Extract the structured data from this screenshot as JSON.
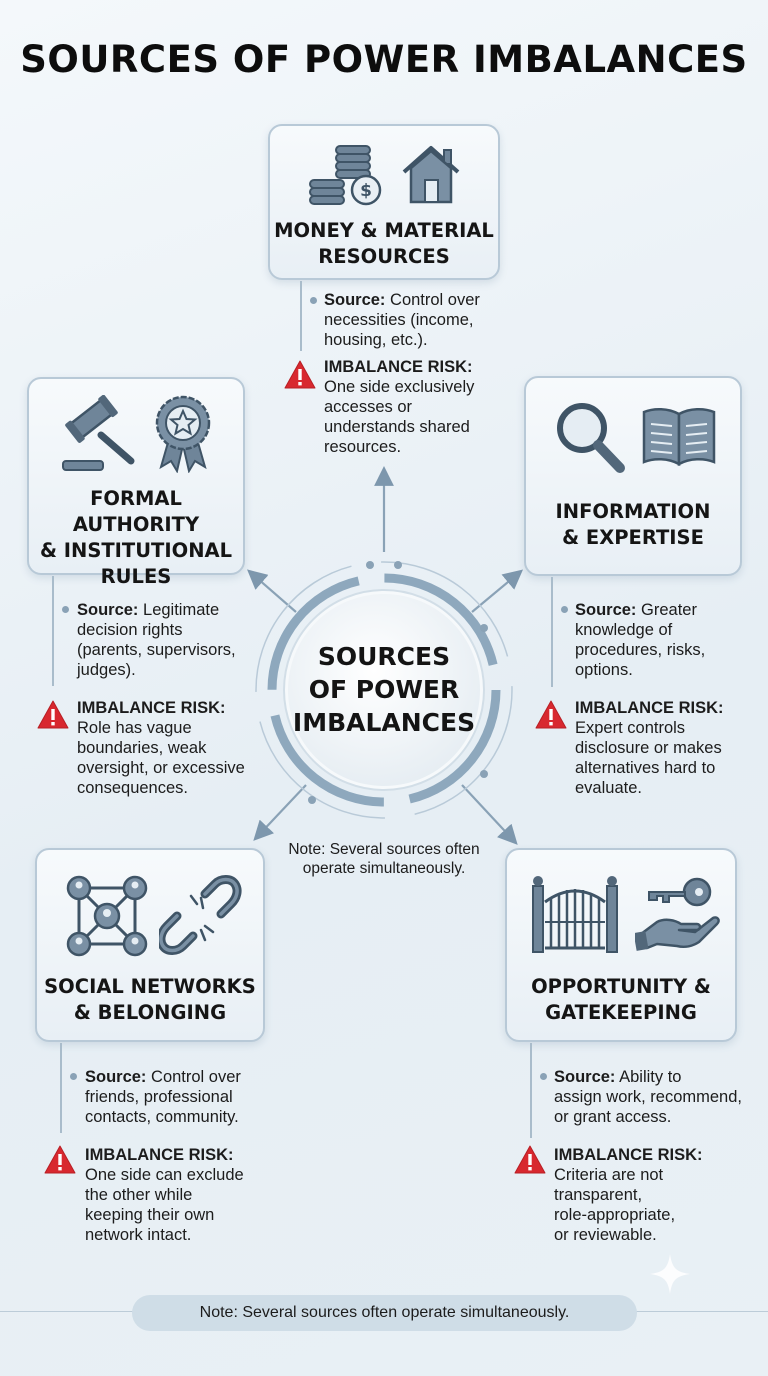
{
  "title": "SOURCES OF POWER IMBALANCES",
  "center": {
    "title_lines": [
      "SOURCES",
      "OF POWER",
      "IMBALANCES"
    ]
  },
  "labels": {
    "source": "Source:",
    "risk": "IMBALANCE RISK:"
  },
  "cards": {
    "money": {
      "title_lines": [
        "MONEY & MATERIAL",
        "RESOURCES"
      ],
      "source": [
        "Control over",
        "necessities (income,",
        "housing, etc.)."
      ],
      "risk": [
        "One side exclusively",
        "accesses or",
        "understands shared",
        "resources."
      ],
      "icons": [
        "coins-icon",
        "house-icon"
      ]
    },
    "authority": {
      "title_lines": [
        "FORMAL AUTHORITY",
        "& INSTITUTIONAL",
        "RULES"
      ],
      "source": [
        "Legitimate",
        "decision rights",
        "(parents, supervisors,",
        "judges)."
      ],
      "risk": [
        "Role has vague",
        "boundaries, weak",
        "oversight, or excessive",
        "consequences."
      ],
      "icons": [
        "gavel-icon",
        "award-badge-icon"
      ]
    },
    "information": {
      "title_lines": [
        "INFORMATION",
        "& EXPERTISE"
      ],
      "source": [
        "Greater",
        "knowledge of",
        "procedures, risks,",
        "options."
      ],
      "risk": [
        "Expert controls",
        "disclosure or makes",
        "alternatives hard to",
        "evaluate."
      ],
      "icons": [
        "magnifier-icon",
        "open-book-icon"
      ]
    },
    "social": {
      "title_lines": [
        "SOCIAL NETWORKS",
        "& BELONGING"
      ],
      "source": [
        "Control over",
        "friends, professional",
        "contacts, community."
      ],
      "risk": [
        "One side can exclude",
        "the other while",
        "keeping their own",
        "network intact."
      ],
      "icons": [
        "network-icon",
        "broken-chain-icon"
      ]
    },
    "opportunity": {
      "title_lines": [
        "OPPORTUNITY &",
        "GATEKEEPING"
      ],
      "source": [
        "Ability to",
        "assign work, recommend,",
        "or grant access."
      ],
      "risk": [
        "Criteria are not",
        "transparent,",
        "role-appropriate,",
        "or reviewable."
      ],
      "icons": [
        "gate-icon",
        "key-hand-icon"
      ]
    }
  },
  "note_mid": [
    "Note: Several sources often",
    "operate simultaneously."
  ],
  "footer_note": "Note: Several sources often operate simultaneously.",
  "colors": {
    "accent": "#6f8ca4",
    "warning": "#d8282f",
    "card_border": "#b8c9d7",
    "icon": "#52677a"
  }
}
